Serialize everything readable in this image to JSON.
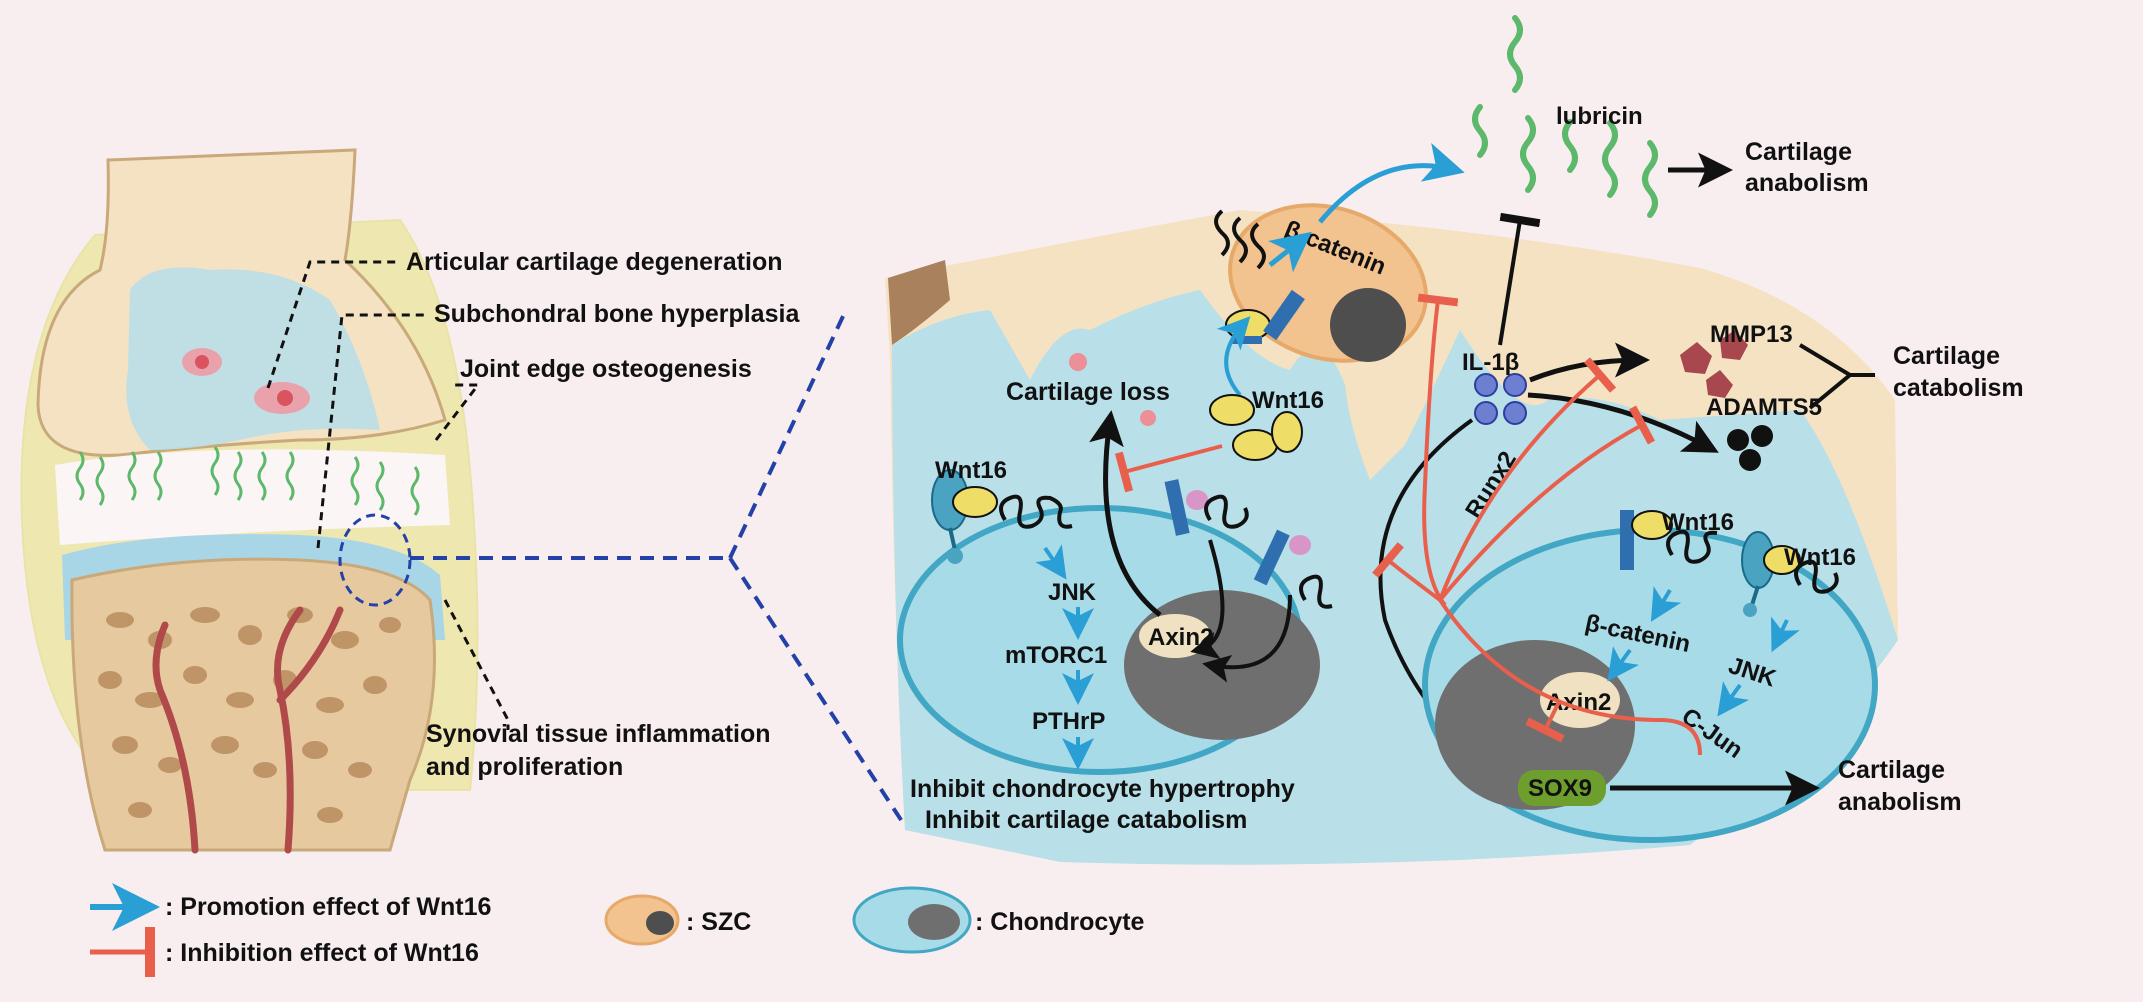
{
  "joint_labels": {
    "articular": "Articular cartilage degeneration",
    "subchondral": "Subchondral bone hyperplasia",
    "edge": "Joint edge osteogenesis",
    "synovial_1": "Synovial tissue inflammation",
    "synovial_2": "and proliferation"
  },
  "pathway": {
    "lubricin": "lubricin",
    "cartilage_anabolism_1": "Cartilage",
    "cartilage_anabolism_2": "anabolism",
    "beta_catenin_szc": "β-catenin",
    "wnt16_mid": "Wnt16",
    "cartilage_loss": "Cartilage loss",
    "wnt16_left": "Wnt16",
    "jnk_left": "JNK",
    "mtorc1": "mTORC1",
    "pthrp": "PTHrP",
    "axin2_left": "Axin2",
    "inhibit_1": "Inhibit chondrocyte hypertrophy",
    "inhibit_2": "Inhibit cartilage catabolism",
    "il1b": "IL-1β",
    "mmp13": "MMP13",
    "adamts5": "ADAMTS5",
    "cartilage_catabolism_1": "Cartilage",
    "cartilage_catabolism_2": "catabolism",
    "runx2": "Runx2",
    "wnt16_r1": "Wnt16",
    "wnt16_r2": "Wnt16",
    "beta_catenin_right": "β-catenin",
    "jnk_right": "JNK",
    "axin2_right": "Axin2",
    "cjun": "C-Jun",
    "sox9": "SOX9",
    "cartilage_anabolism2_1": "Cartilage",
    "cartilage_anabolism2_2": "anabolism"
  },
  "legend": {
    "promotion": ": Promotion effect of Wnt16",
    "inhibition": ": Inhibition effect of Wnt16",
    "szc": ": SZC",
    "chondrocyte": ": Chondrocyte"
  },
  "colors": {
    "promotion": "#2a9fd6",
    "inhibition": "#e8604c",
    "cell_blue": "#a8dbe8",
    "szc_orange": "#f2c38f",
    "nucleus_gray": "#6f6f6f",
    "lubricin_green": "#5cb86a"
  }
}
